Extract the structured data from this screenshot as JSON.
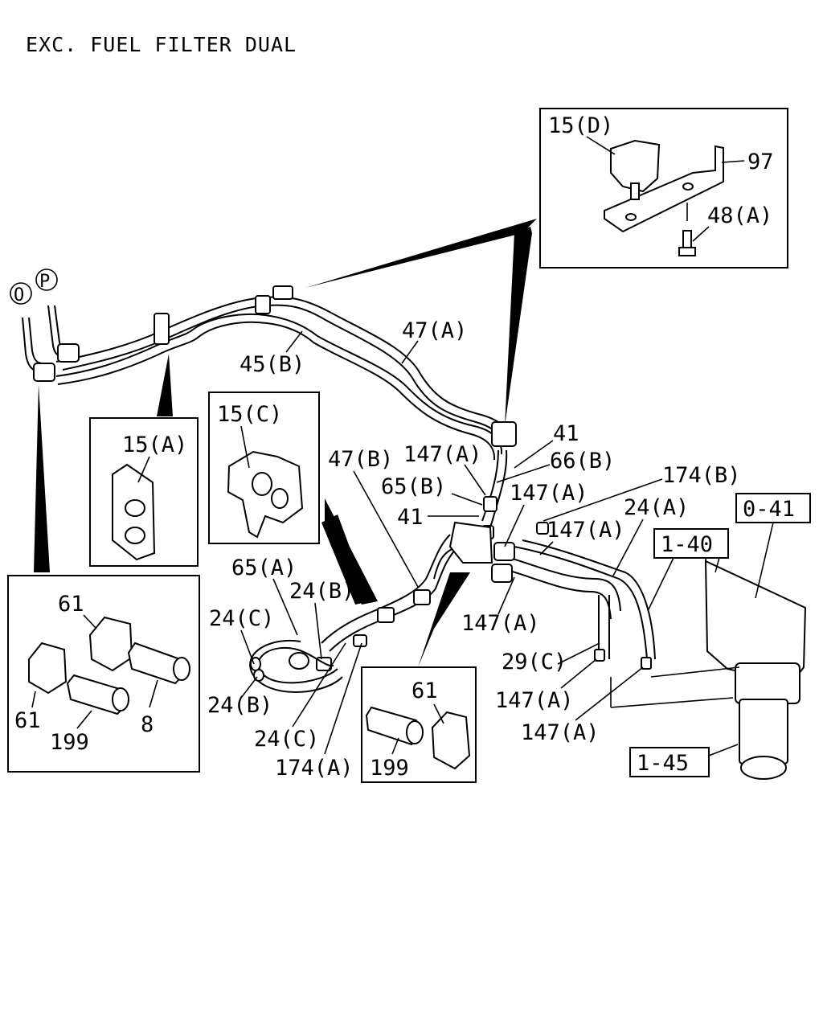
{
  "title": "EXC. FUEL FILTER DUAL",
  "markers": {
    "o": "O",
    "p": "P"
  },
  "labels": {
    "l15d": "15(D)",
    "l97": "97",
    "l48a": "48(A)",
    "l47a": "47(A)",
    "l45b": "45(B)",
    "l15a": "15(A)",
    "l15c": "15(C)",
    "l41a": "41",
    "l41b": "41",
    "l66b": "66(B)",
    "l47b": "47(B)",
    "l147a_1": "147(A)",
    "l65b": "65(B)",
    "l174b": "174(B)",
    "l147a_2": "147(A)",
    "l147a_3": "147(A)",
    "l24a": "24(A)",
    "l065a": "65(A)",
    "l24b_1": "24(B)",
    "l24c_1": "24(C)",
    "l147a_4": "147(A)",
    "l29c": "29(C)",
    "l147a_5": "147(A)",
    "l147a_6": "147(A)",
    "l24b_2": "24(B)",
    "l24c_2": "24(C)",
    "l174a": "174(A)",
    "l61a": "61",
    "l61b": "61",
    "l8": "8",
    "l199a": "199",
    "l61c": "61",
    "l199b": "199"
  },
  "ref_boxes": {
    "r041": "0-41",
    "r140": "1-40",
    "r145": "1-45"
  }
}
